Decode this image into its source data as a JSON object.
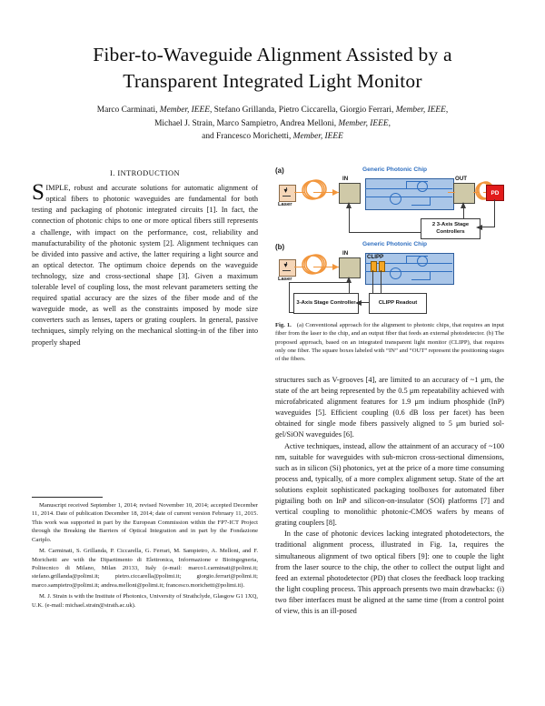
{
  "paper": {
    "title": "Fiber-to-Waveguide Alignment Assisted by a Transparent Integrated Light Monitor",
    "authors_line1_a": "Marco Carminati, ",
    "authors_line1_b": "Member, IEEE",
    "authors_line1_c": ", Stefano Grillanda, Pietro Ciccarella, Giorgio Ferrari, ",
    "authors_line1_d": "Member, IEEE",
    "authors_line1_e": ",",
    "authors_line2_a": "Michael J. Strain, Marco Sampietro, Andrea Melloni, ",
    "authors_line2_b": "Member, IEEE",
    "authors_line2_c": ",",
    "authors_line3_a": "and Francesco Morichetti, ",
    "authors_line3_b": "Member, IEEE"
  },
  "left_column": {
    "section_heading": "I.  INTRODUCTION",
    "dropcap": "S",
    "para1": "IMPLE, robust and accurate solutions for automatic alignment of optical fibers to photonic waveguides are fundamental for both testing and packaging of photonic integrated circuits [1]. In fact, the connection of photonic chips to one or more optical fibers still represents a challenge, with impact on the performance, cost, reliability and manufacturability of the photonic system [2]. Alignment techniques can be divided into passive and active, the latter requiring a light source and an optical detector. The optimum choice depends on the waveguide technology, size and cross-sectional shape [3]. Given a maximum tolerable level of coupling loss, the most relevant parameters setting the required spatial accuracy are the sizes of the fiber mode and of the waveguide mode, as well as the constraints imposed by mode size converters such as lenses, tapers or grating couplers. In general, passive techniques, simply relying on the mechanical slotting-in of the fiber into properly shaped"
  },
  "footnotes": {
    "note1": "Manuscript received September 1, 2014; revised November 10, 2014; accepted December 11, 2014. Date of publication December 18, 2014; date of current version February 11, 2015. This work was supported in part by the European Commission within the FP7-ICT Project through the Breaking the Barriers of Optical Integration and in part by the Fondazione Cariplo.",
    "note2": "M. Carminati, S. Grillanda, P. Ciccarella, G. Ferrari, M. Sampietro, A. Melloni, and F. Morichetti are with the Dipartimento di Elettronica, Informazione e Bioingegneria, Politecnico di Milano, Milan 20133, Italy (e-mail: marco1.carminati@polimi.it; stefano.grillanda@polimi.it; pietro.ciccarella@polimi.it; giorgio.ferrari@polimi.it; marco.sampietro@polimi.it; andrea.melloni@polimi.it; francesco.morichetti@polimi.it).",
    "note3": "M. J. Strain is with the Institute of Photonics, University of Strathclyde, Glasgow G1 1XQ, U.K. (e-mail: michael.strain@strath.ac.uk)."
  },
  "figure": {
    "panel_a_label": "(a)",
    "panel_b_label": "(b)",
    "chip_title": "Generic Photonic Chip",
    "laser_label": "Laser",
    "in_label": "IN",
    "out_label": "OUT",
    "pd_label": "PD",
    "controllers_a": "2 3-Axis Stage Controllers",
    "controller_b": "3-Axis Stage Controller",
    "clipp_label": "CLIPP",
    "clipp_readout": "CLIPP Readout",
    "caption_label": "Fig. 1.",
    "caption_text": "(a) Conventional approach for the alignment to photonic chips, that requires an input fiber from the laser to the chip, and an output fiber that feeds an external photodetector. (b) The proposed approach, based on an integrated transparent light monitor (CLIPP), that requires only one fiber. The square boxes labeled with “IN” and “OUT” represent the positioning stages of the fibers."
  },
  "right_column": {
    "para1": "structures such as V-grooves [4], are limited to an accuracy of ~1 μm, the state of the art being represented by the 0.5 μm repeatability achieved with microfabricated alignment features for 1.9 μm indium phosphide (InP) waveguides [5]. Efficient coupling (0.6 dB loss per facet) has been obtained for single mode fibers passively aligned to 5 μm buried sol-gel/SiON waveguides [6].",
    "para2": "Active techniques, instead, allow the attainment of an accuracy of ~100 nm, suitable for waveguides with sub-micron cross-sectional dimensions, such as in silicon (Si) photonics, yet at the price of a more time consuming process and, typically, of a more complex alignment setup. State of the art solutions exploit sophisticated packaging toolboxes for automated fiber pigtailing both on InP and silicon-on-insulator (SOI) platforms [7] and vertical coupling to monolithic photonic-CMOS wafers by means of grating couplers [8].",
    "para3": "In the case of photonic devices lacking integrated photodetectors, the traditional alignment process, illustrated in Fig. 1a, requires the simultaneous alignment of two optical fibers [9]: one to couple the light from the laser source to the chip, the other to collect the output light and feed an external photodetector (PD) that closes the feedback loop tracking the light coupling process. This approach presents two main drawbacks: (i) two fiber interfaces must be aligned at the same time (from a control point of view, this is an ill-posed"
  },
  "colors": {
    "chip_fill": "#aac6e8",
    "chip_border": "#2f5f9e",
    "waveguide": "#2f6fc0",
    "fiber": "#f2963c",
    "stage_fill": "#cfc9a8",
    "laser_fill": "#f5d6b8",
    "pd_fill": "#e21b1b",
    "clipp_fill": "#f5a623",
    "wire": "#3a3a3a"
  }
}
